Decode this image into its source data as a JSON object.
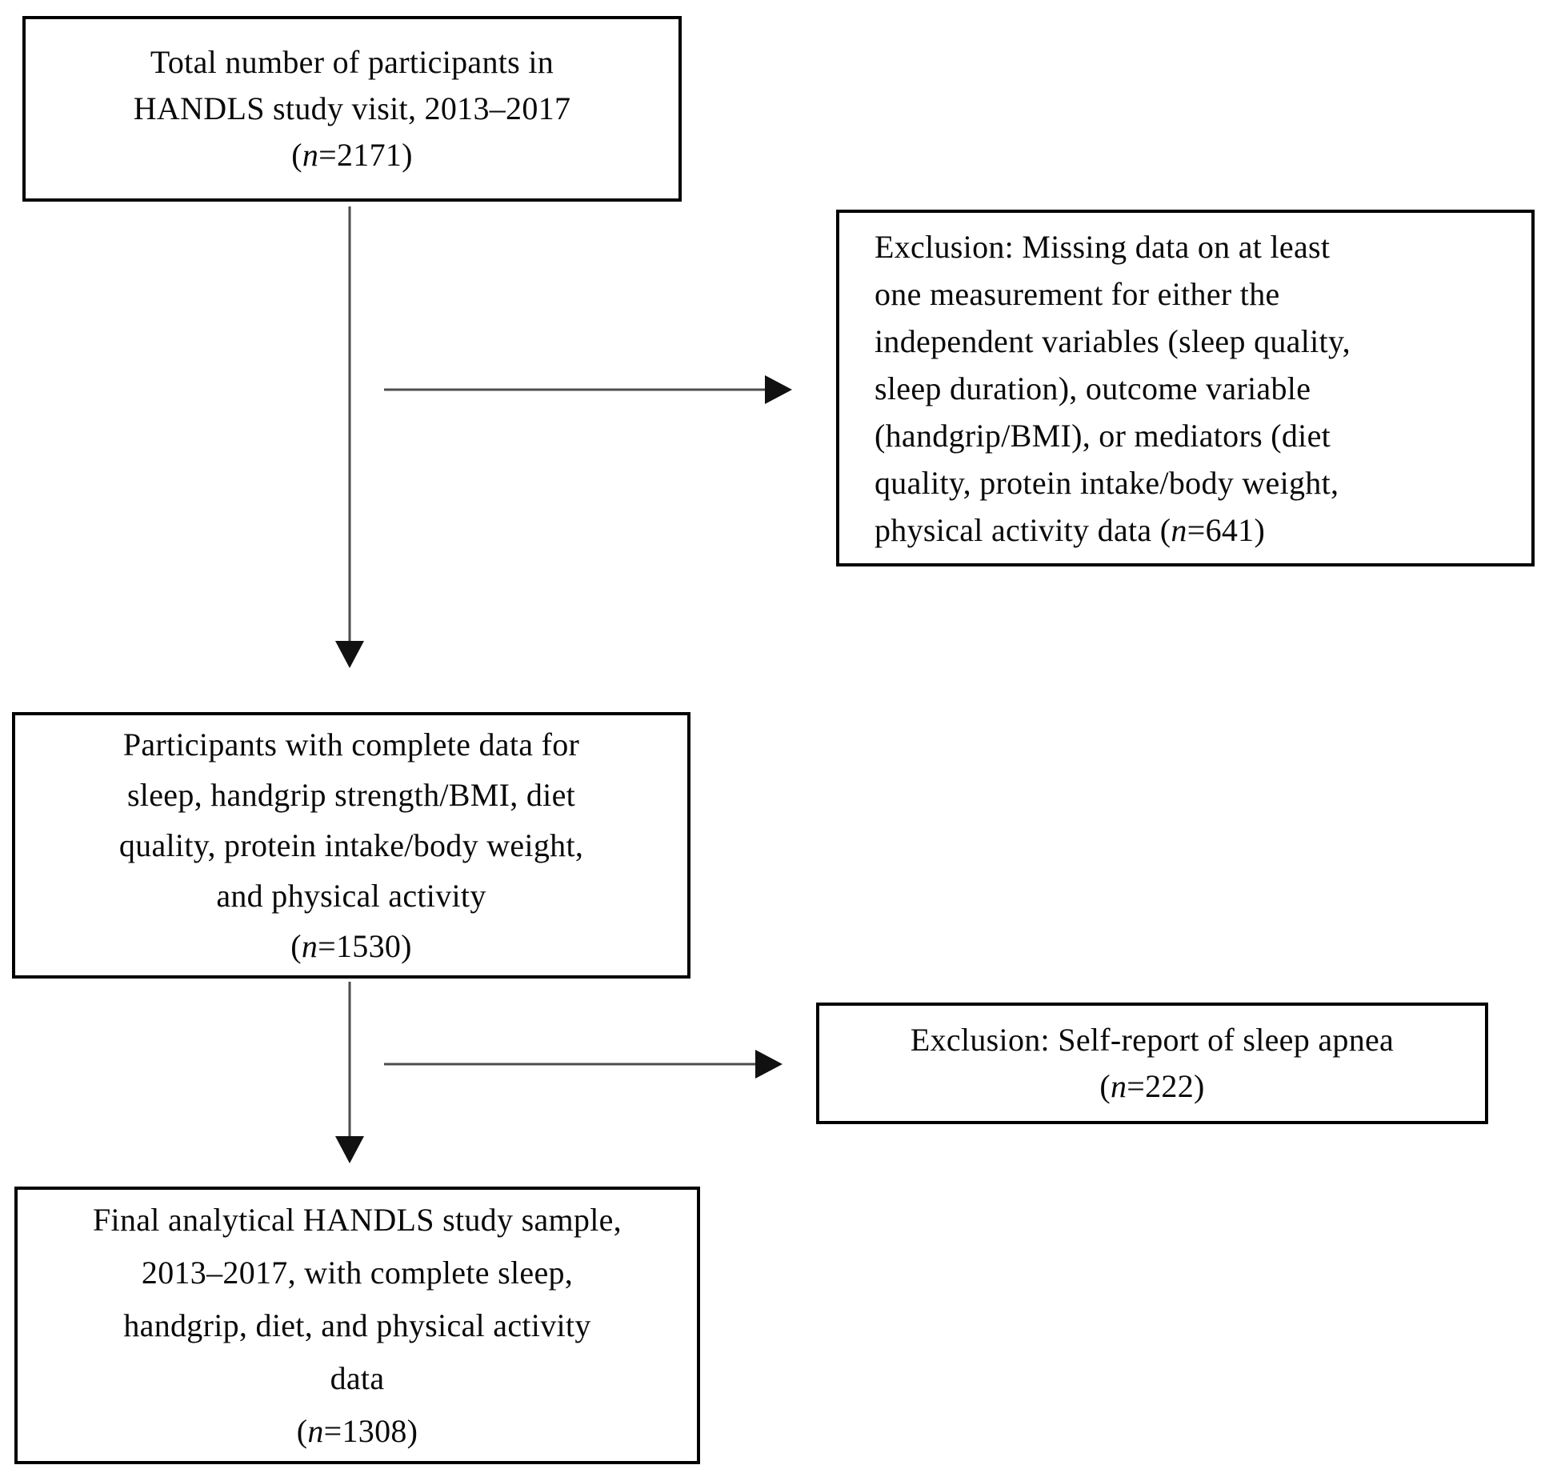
{
  "figure": {
    "title": "HANDLS participant flow diagram",
    "colors": {
      "background": "#ffffff",
      "box_border": "#000000",
      "text": "#0a0a0a",
      "arrow_line": "#4d4d4d",
      "arrowhead": "#111111"
    },
    "nodes": {
      "total": {
        "lines": [
          "Total number of participants in",
          "HANDLS study visit, 2013–2017"
        ],
        "count_open": "(",
        "count_var": "n",
        "count_rest": "=2171)"
      },
      "exclusion_missing": {
        "lines": [
          "Exclusion:  Missing data on at least",
          "one measurement for either the",
          "independent variables (sleep quality,",
          "sleep duration), outcome variable",
          "(handgrip/BMI), or mediators (diet",
          "quality, protein intake/body weight,"
        ],
        "last_line_prefix": "physical activity data (",
        "count_var": "n",
        "last_line_suffix": "=641)"
      },
      "complete_data": {
        "lines": [
          "Participants with complete data for",
          "sleep, handgrip strength/BMI, diet",
          "quality, protein intake/body weight,",
          "and physical activity"
        ],
        "count_open": "(",
        "count_var": "n",
        "count_rest": "=1530)"
      },
      "exclusion_apnea": {
        "lines": [
          "Exclusion: Self-report of sleep apnea"
        ],
        "count_open": "(",
        "count_var": "n",
        "count_rest": "=222)"
      },
      "final_sample": {
        "lines": [
          "Final analytical HANDLS study sample,",
          "2013–2017, with complete sleep,",
          "handgrip, diet, and physical activity",
          "data"
        ],
        "count_open": "(",
        "count_var": "n",
        "count_rest": "=1308)"
      }
    }
  }
}
